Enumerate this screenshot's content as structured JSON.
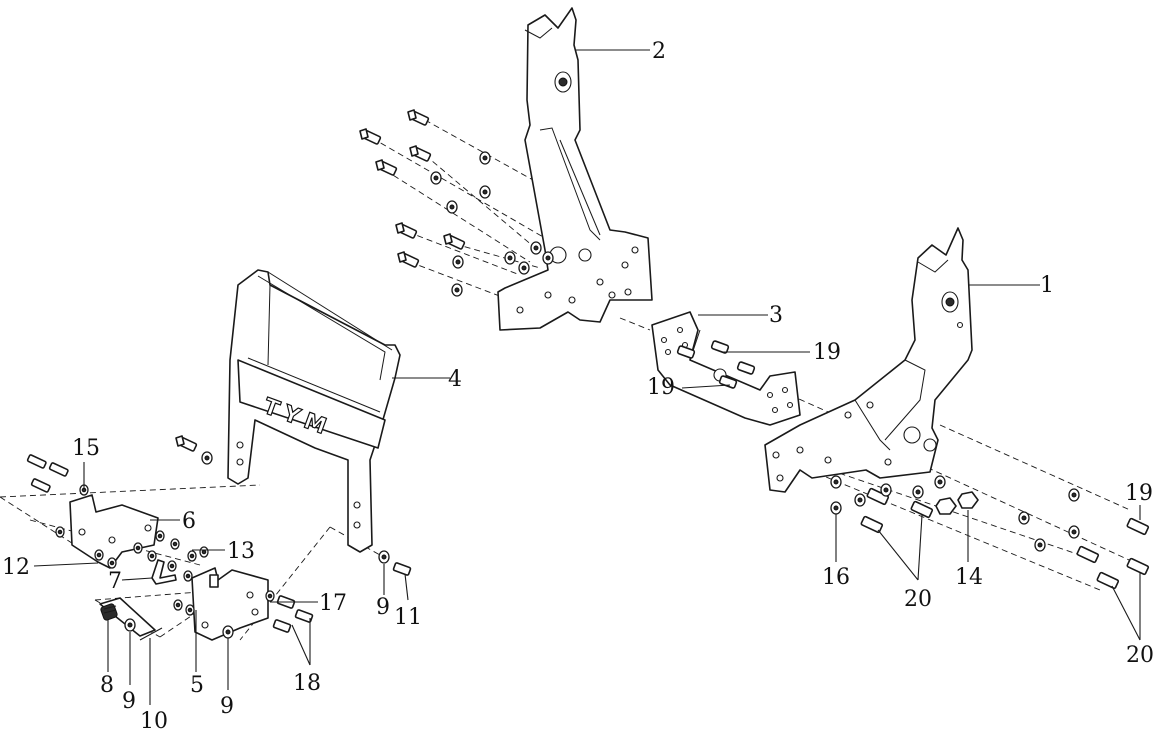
{
  "diagram": {
    "brand_text": "TYM",
    "callouts": [
      {
        "id": "c1",
        "text": "1"
      },
      {
        "id": "c2",
        "text": "2"
      },
      {
        "id": "c3",
        "text": "3"
      },
      {
        "id": "c4",
        "text": "4"
      },
      {
        "id": "c5",
        "text": "5"
      },
      {
        "id": "c6",
        "text": "6"
      },
      {
        "id": "c7",
        "text": "7"
      },
      {
        "id": "c8",
        "text": "8"
      },
      {
        "id": "c9a",
        "text": "9"
      },
      {
        "id": "c9b",
        "text": "9"
      },
      {
        "id": "c9c",
        "text": "9"
      },
      {
        "id": "c10",
        "text": "10"
      },
      {
        "id": "c11",
        "text": "11"
      },
      {
        "id": "c12",
        "text": "12"
      },
      {
        "id": "c13",
        "text": "13"
      },
      {
        "id": "c14",
        "text": "14"
      },
      {
        "id": "c15",
        "text": "15"
      },
      {
        "id": "c16",
        "text": "16"
      },
      {
        "id": "c17",
        "text": "17"
      },
      {
        "id": "c18",
        "text": "18"
      },
      {
        "id": "c19a",
        "text": "19"
      },
      {
        "id": "c19b",
        "text": "19"
      },
      {
        "id": "c19c",
        "text": "19"
      },
      {
        "id": "c20a",
        "text": "20"
      },
      {
        "id": "c20b",
        "text": "20"
      }
    ]
  }
}
